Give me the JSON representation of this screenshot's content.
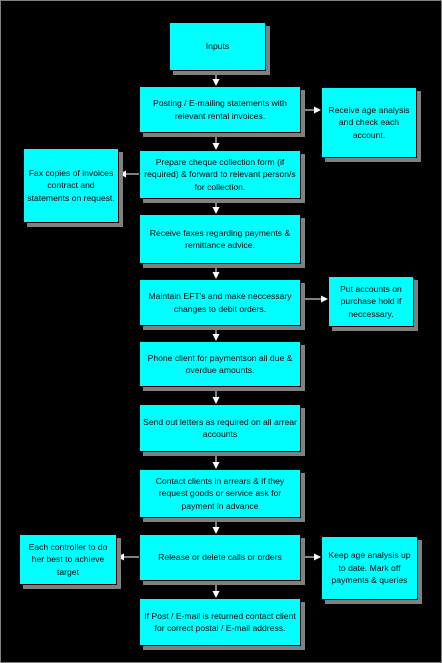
{
  "colors": {
    "background": "#000000",
    "box_fill": "#00ffff",
    "box_shadow": "#808080",
    "connector": "#ffffff"
  },
  "nodes": {
    "inputs": "Inputs",
    "posting": "Posting / E-mailing statements with relevant rental invoices.",
    "age_analysis": "Receive age analysis and check each account.",
    "cheque_form": "Prepare cheque collection form (if required) & forward to relevant person/s for collection.",
    "fax_copies": "Fax copies of invoices contract and statements on request.",
    "receive_faxes": "Receive faxes regarding payments & remittance advice.",
    "maintain_eft": "Maintain EFT's and make neccessary changes to debit orders.",
    "purchase_hold": "Put accounts on purchase hold if neccessary.",
    "phone_client": "Phone client for paymentson all due & overdue amounts.",
    "send_letters": "Send out letters as required on all arrear accounts",
    "contact_clients": "Contact clients in arrears & if they request goods or service ask for payment in advance",
    "release_calls": "Release or delete calls or orders",
    "controller": "Each controller to do her best to achieve target",
    "keep_age": "Keep age analysis up to date. Mark off payments & queries",
    "returned_post": "If Post / E-mail is returned contact client for correct postal / E-mail address."
  }
}
